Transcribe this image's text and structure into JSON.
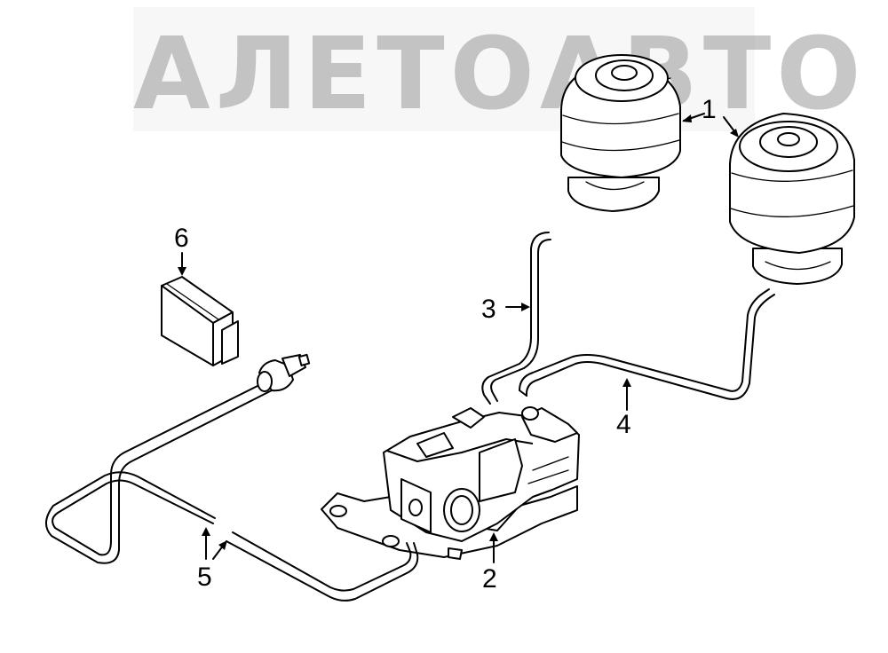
{
  "watermark": {
    "text": "АЛЕТОАВТО",
    "color": "#9a9a9a"
  },
  "callouts": {
    "c1": "1",
    "c2": "2",
    "c3": "3",
    "c4": "4",
    "c5": "5",
    "c6": "6"
  },
  "colors": {
    "line": "#000000",
    "background": "#ffffff"
  }
}
